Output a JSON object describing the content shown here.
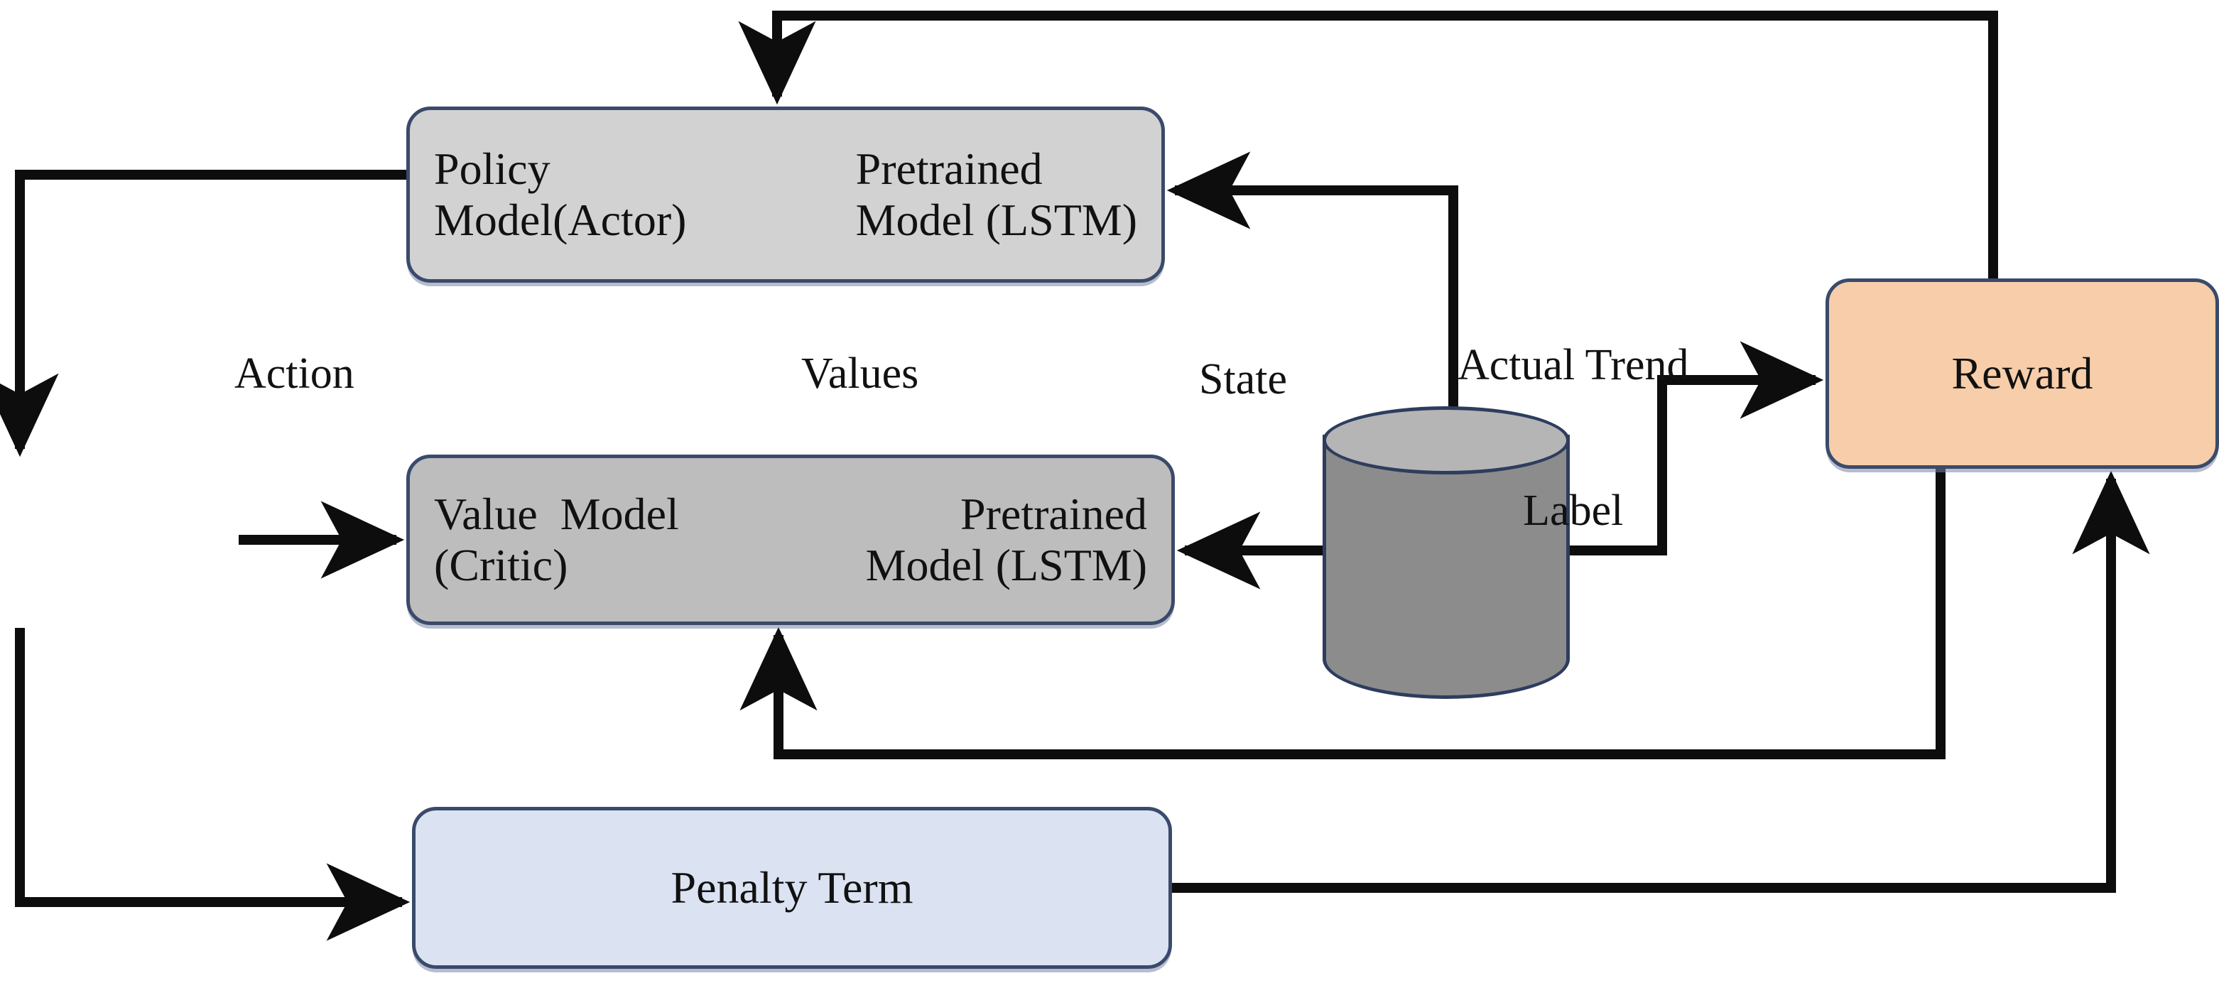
{
  "diagram": {
    "title": "Actor-Critic Reinforcement Learning Architecture",
    "background": "#ffffff",
    "colors": {
      "policy_fill": "#d2d2d2",
      "value_fill": "#bdbdbd",
      "penalty_fill": "#dbe3f2",
      "reward_fill": "#f7cdaa",
      "database_body_fill": "#8c8c8c",
      "database_top_fill": "#b5b5b5",
      "node_border": "#3a4a6b",
      "edge_stroke": "#0d0d0d"
    }
  },
  "nodes": {
    "policy": {
      "name": "Policy Model",
      "left_line1": "Policy",
      "left_line2": "Model(Actor)",
      "right_line1": "Pretrained",
      "right_line2": "Model (LSTM)"
    },
    "value": {
      "name": "Value Model",
      "left_line1": "Value  Model",
      "left_line2": "(Critic)",
      "right_line1": "Pretrained",
      "right_line2": "Model (LSTM)"
    },
    "penalty": {
      "name": "Penalty Term",
      "label": "Penalty Term"
    },
    "reward": {
      "name": "Reward",
      "label": "Reward"
    },
    "database": {
      "name": "Data Store",
      "label": ""
    }
  },
  "edge_labels": {
    "action": "Action",
    "values": "Values",
    "state": "State",
    "actual_trend_label_line1": "Actual Trend",
    "actual_trend_label_line2": "Label"
  },
  "edges": [
    {
      "id": "reward-to-policy-top",
      "from": "Reward",
      "to": "Policy Model",
      "label": "",
      "arrow": "into-policy-top"
    },
    {
      "id": "policy-to-action",
      "from": "Policy Model",
      "to": "Action",
      "label": "Action",
      "arrow": "down-left"
    },
    {
      "id": "action-to-value",
      "from": "Action",
      "to": "Value Model",
      "label": "Action",
      "arrow": "into-value-left"
    },
    {
      "id": "policy-to-penalty",
      "from": "Policy Model",
      "to": "Penalty Term",
      "label": "",
      "arrow": "into-penalty-left"
    },
    {
      "id": "database-to-policy",
      "from": "Data Store",
      "to": "Policy Model",
      "label": "State",
      "arrow": "into-policy-right"
    },
    {
      "id": "database-to-value",
      "from": "Data Store",
      "to": "Value Model",
      "label": "State",
      "arrow": "into-value-right"
    },
    {
      "id": "trend-to-reward",
      "from": "Data Store",
      "to": "Reward",
      "label": "Actual Trend Label",
      "arrow": "into-reward-left"
    },
    {
      "id": "reward-to-value",
      "from": "Reward",
      "to": "Value Model",
      "label": "Values",
      "arrow": "into-value-bottom"
    },
    {
      "id": "penalty-to-reward",
      "from": "Penalty Term",
      "to": "Reward",
      "label": "",
      "arrow": "into-reward-bottom"
    }
  ]
}
